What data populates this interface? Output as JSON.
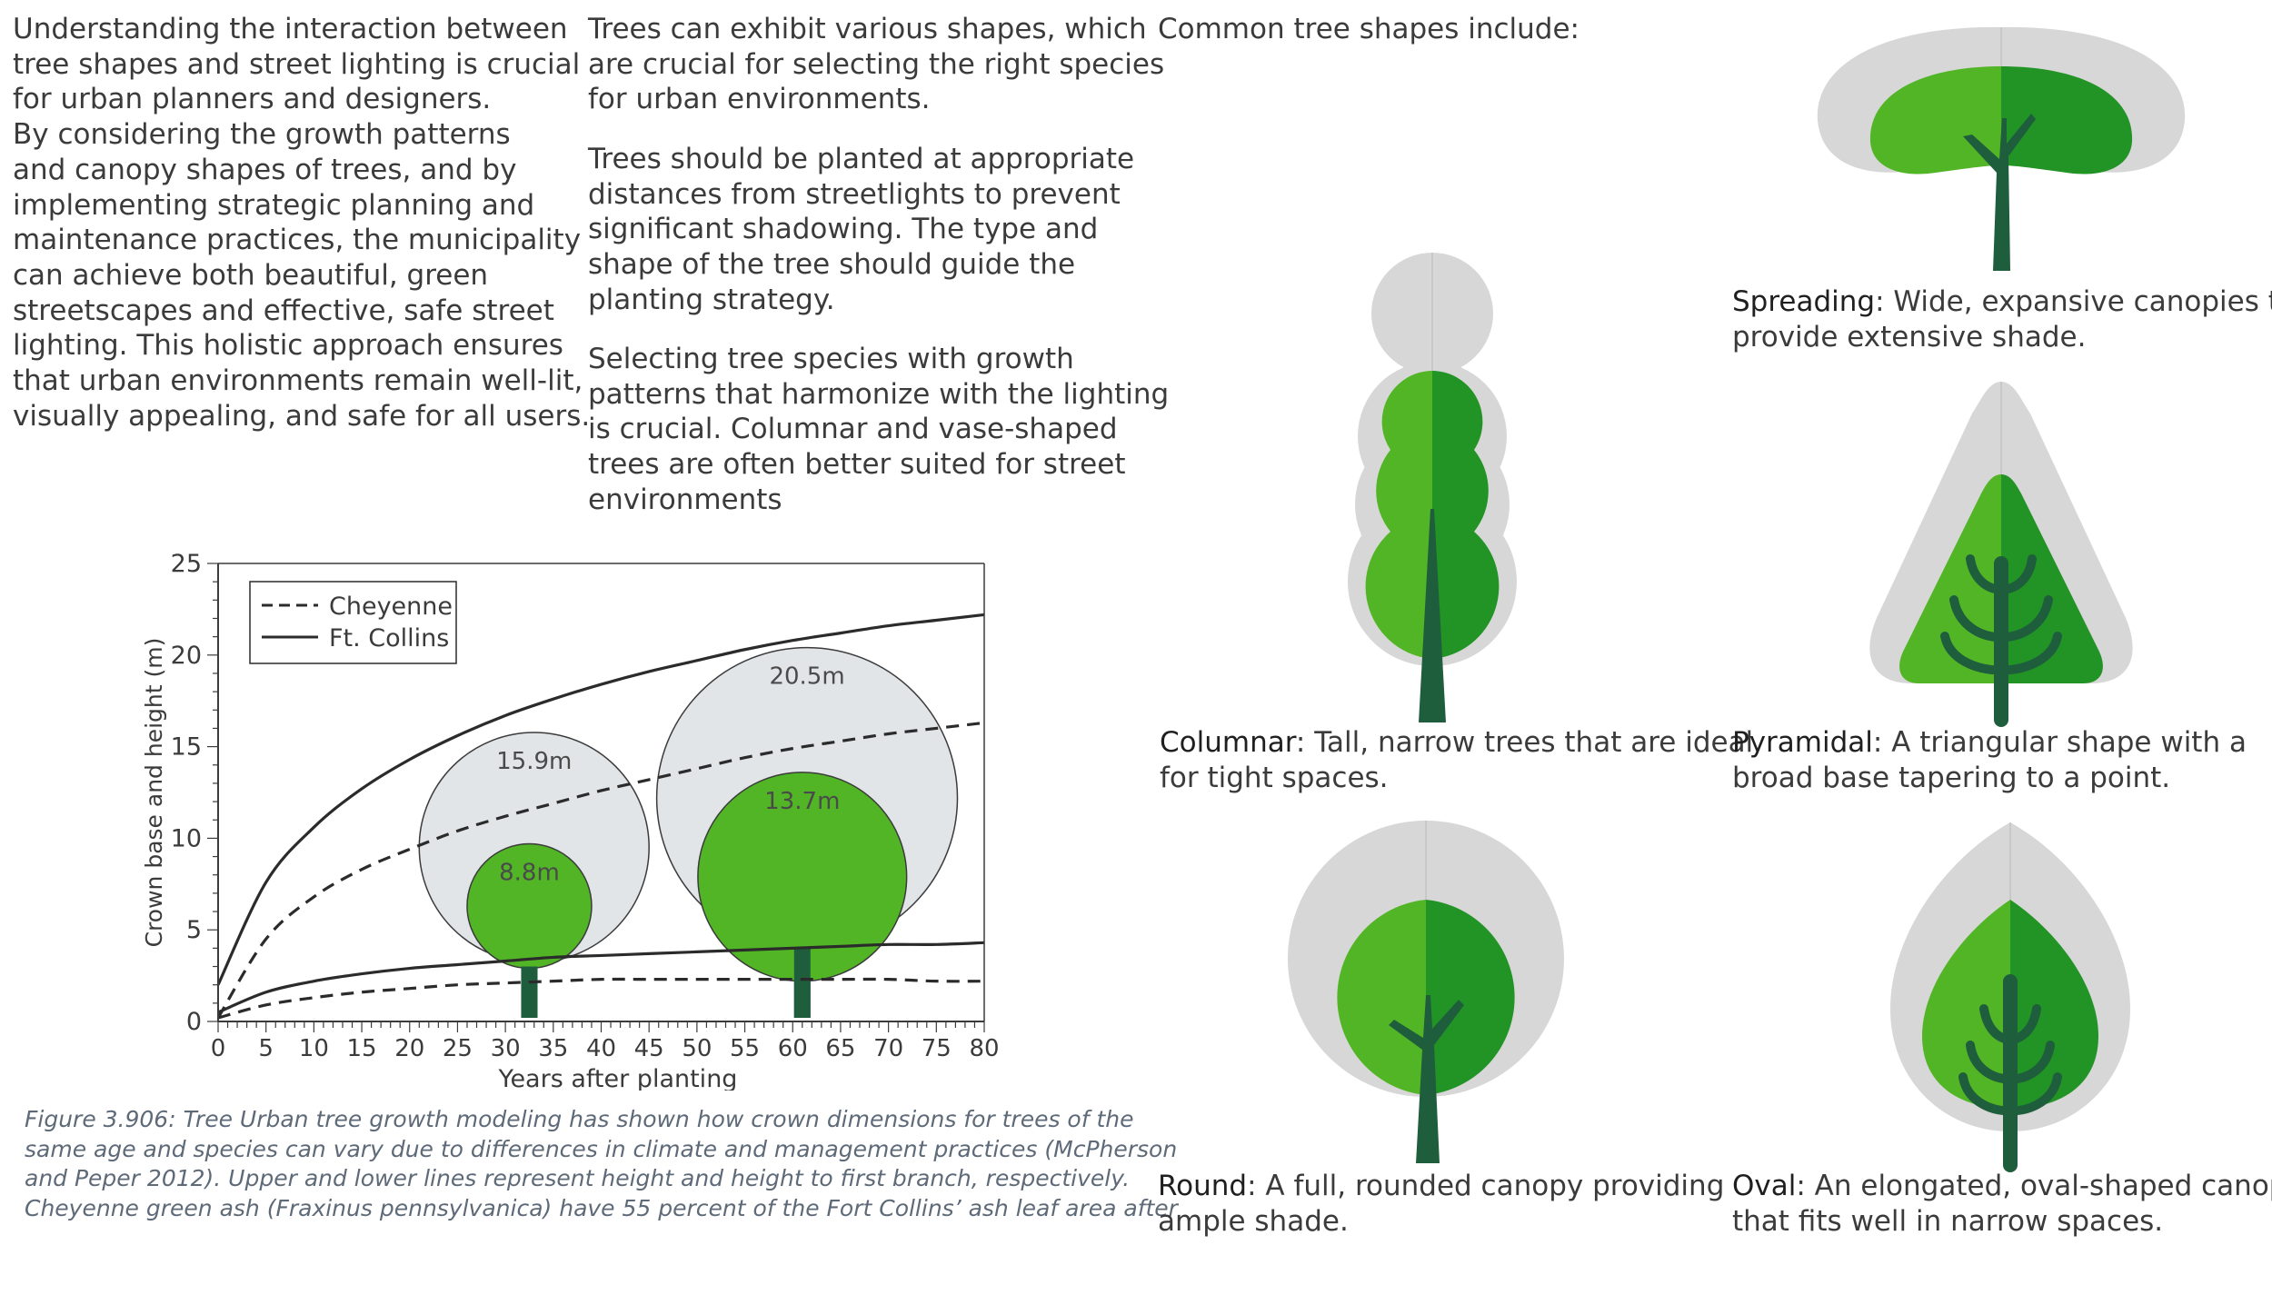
{
  "intro_paragraph": {
    "lines": [
      "Understanding the interaction between",
      "tree shapes and street lighting is crucial",
      "for urban planners and designers.",
      "By considering the growth patterns",
      "and canopy shapes of trees, and by",
      "implementing strategic planning and",
      "maintenance practices, the municipality",
      "can achieve both beautiful, green",
      "streetscapes and effective, safe street",
      "lighting. This holistic approach ensures",
      "that urban environments remain well-lit,",
      "visually appealing, and safe for all users."
    ]
  },
  "middle_column": {
    "para1": [
      "Trees can exhibit various shapes, which",
      "are crucial for selecting the right species",
      "for urban environments."
    ],
    "para2": [
      "Trees should be planted at appropriate",
      "distances from streetlights to prevent",
      "significant shadowing. The type and",
      "shape of the tree should guide the",
      "planting strategy."
    ],
    "para3": [
      "Selecting tree species with growth",
      "patterns that harmonize with the lighting",
      "is crucial. Columnar and vase-shaped",
      "trees are often better suited for street",
      "environments"
    ]
  },
  "shapes_intro": "Common tree shapes include:",
  "shapes": {
    "spreading": {
      "name": "Spreading",
      "lines": [
        ": Wide, expansive canopies that",
        "provide extensive shade."
      ]
    },
    "columnar": {
      "name": "Columnar",
      "lines": [
        ": Tall, narrow trees that are ideal",
        "for tight spaces."
      ]
    },
    "pyramidal": {
      "name": "Pyramidal",
      "lines": [
        ": A triangular shape with a",
        "broad base tapering to a point."
      ]
    },
    "round": {
      "name": "Round",
      "lines": [
        ": A full, rounded canopy providing",
        "ample shade."
      ]
    },
    "oval": {
      "name": "Oval",
      "lines": [
        ": An elongated, oval-shaped canopy",
        "that fits well in narrow spaces."
      ]
    }
  },
  "figure_caption": {
    "lines": [
      "Figure 3.906: Tree Urban tree growth modeling has shown how crown dimensions for trees of the",
      "same age and species can vary due to differences in climate and management practices (McPherson",
      "and Peper 2012). Upper and lower lines represent height and height to first branch, respectively.",
      "Cheyenne green ash (Fraxinus pennsylvanica) have 55 percent of the Fort Collins’ ash leaf area after"
    ]
  },
  "colors": {
    "canopy_grey": "#d7d7d7",
    "canopy_grey_chart": "#e1e5e7",
    "leaf_light": "#52b526",
    "leaf_dark": "#229325",
    "trunk": "#1e5e3c",
    "line_dark": "#2b2b2b"
  },
  "chart_data": {
    "type": "line",
    "xlabel": "Years after planting",
    "ylabel": "Crown base and height (m)",
    "xlim": [
      0,
      80
    ],
    "ylim": [
      0,
      25
    ],
    "x_ticks": [
      0,
      5,
      10,
      15,
      20,
      25,
      30,
      35,
      40,
      45,
      50,
      55,
      60,
      65,
      70,
      75,
      80
    ],
    "y_ticks": [
      0,
      5,
      10,
      15,
      20,
      25
    ],
    "legend": {
      "placement": "top-left",
      "entries": [
        "Cheyenne",
        "Ft. Collins"
      ]
    },
    "series": [
      {
        "name": "Cheyenne",
        "style": "dashed",
        "measure": "height",
        "points": [
          [
            0,
            0.2
          ],
          [
            5,
            4.5
          ],
          [
            10,
            6.8
          ],
          [
            15,
            8.3
          ],
          [
            20,
            9.4
          ],
          [
            25,
            10.4
          ],
          [
            30,
            11.2
          ],
          [
            35,
            11.9
          ],
          [
            40,
            12.6
          ],
          [
            45,
            13.2
          ],
          [
            50,
            13.8
          ],
          [
            55,
            14.4
          ],
          [
            60,
            14.9
          ],
          [
            65,
            15.3
          ],
          [
            70,
            15.7
          ],
          [
            75,
            16.0
          ],
          [
            80,
            16.3
          ]
        ]
      },
      {
        "name": "Cheyenne",
        "style": "dashed",
        "measure": "height to first branch",
        "points": [
          [
            0,
            0.2
          ],
          [
            5,
            0.9
          ],
          [
            10,
            1.3
          ],
          [
            15,
            1.6
          ],
          [
            20,
            1.8
          ],
          [
            25,
            2.0
          ],
          [
            30,
            2.1
          ],
          [
            35,
            2.2
          ],
          [
            40,
            2.3
          ],
          [
            45,
            2.3
          ],
          [
            50,
            2.3
          ],
          [
            55,
            2.3
          ],
          [
            60,
            2.3
          ],
          [
            65,
            2.3
          ],
          [
            70,
            2.3
          ],
          [
            75,
            2.2
          ],
          [
            80,
            2.2
          ]
        ]
      },
      {
        "name": "Ft. Collins",
        "style": "solid",
        "measure": "height",
        "points": [
          [
            0,
            2.0
          ],
          [
            5,
            7.6
          ],
          [
            10,
            10.6
          ],
          [
            15,
            12.7
          ],
          [
            20,
            14.3
          ],
          [
            25,
            15.6
          ],
          [
            30,
            16.7
          ],
          [
            35,
            17.6
          ],
          [
            40,
            18.4
          ],
          [
            45,
            19.1
          ],
          [
            50,
            19.7
          ],
          [
            55,
            20.3
          ],
          [
            60,
            20.8
          ],
          [
            65,
            21.2
          ],
          [
            70,
            21.6
          ],
          [
            75,
            21.9
          ],
          [
            80,
            22.2
          ]
        ]
      },
      {
        "name": "Ft. Collins",
        "style": "solid",
        "measure": "height to first branch",
        "points": [
          [
            0,
            0.5
          ],
          [
            5,
            1.6
          ],
          [
            10,
            2.2
          ],
          [
            15,
            2.6
          ],
          [
            20,
            2.9
          ],
          [
            25,
            3.1
          ],
          [
            30,
            3.3
          ],
          [
            35,
            3.5
          ],
          [
            40,
            3.6
          ],
          [
            45,
            3.7
          ],
          [
            50,
            3.8
          ],
          [
            55,
            3.9
          ],
          [
            60,
            4.0
          ],
          [
            65,
            4.1
          ],
          [
            70,
            4.2
          ],
          [
            75,
            4.2
          ],
          [
            80,
            4.3
          ]
        ]
      }
    ],
    "crowns": [
      {
        "label": "15.9m",
        "center": [
          33,
          9.5
        ],
        "radius_x": 12,
        "radius_y": 6.5,
        "layer": "outer"
      },
      {
        "label": "8.8m",
        "center": [
          32.5,
          6.3
        ],
        "radius_x": 6.5,
        "radius_y": 3.5,
        "layer": "inner"
      },
      {
        "label": "20.5m",
        "center": [
          61.5,
          12.2
        ],
        "radius_x": 15.7,
        "radius_y": 8.5,
        "layer": "outer"
      },
      {
        "label": "13.7m",
        "center": [
          61.0,
          7.9
        ],
        "radius_x": 10.9,
        "radius_y": 5.8,
        "layer": "inner"
      }
    ],
    "trunks": [
      {
        "x": 32.5,
        "top": 3.0,
        "bottom": 0.2
      },
      {
        "x": 61.0,
        "top": 4.0,
        "bottom": 0.2
      }
    ]
  }
}
